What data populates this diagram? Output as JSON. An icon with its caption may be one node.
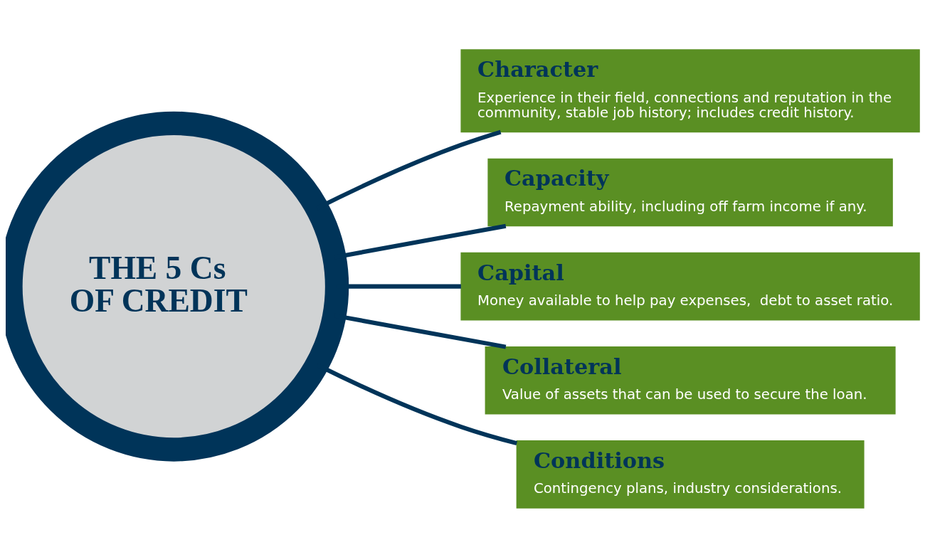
{
  "diagram": {
    "nodes": [
      {
        "text": [
          "THE 5 Cs OF CREDIT"
        ]
      },
      {
        "text": [
          "Character",
          "Experience in their field, connections and reputation in the community, stable job history; includes credit history."
        ]
      },
      {
        "text": [
          "Capacity",
          "Repayment ability, including off farm income if any."
        ]
      },
      {
        "text": [
          "Capital",
          "Money available to help pay expenses,  debt to asset ratio."
        ]
      },
      {
        "text": [
          "Collateral",
          "Value of assets that can be used to secure the loan."
        ]
      },
      {
        "text": [
          "Conditions",
          "Contingency plans, industry considerations."
        ]
      }
    ],
    "edges": [
      {
        "from": 0,
        "to": 1,
        "arrow": "none"
      },
      {
        "from": 0,
        "to": 2,
        "arrow": "none"
      },
      {
        "from": 0,
        "to": 3,
        "arrow": "none"
      },
      {
        "from": 0,
        "to": 4,
        "arrow": "none"
      },
      {
        "from": 0,
        "to": 5,
        "arrow": "none"
      }
    ]
  }
}
